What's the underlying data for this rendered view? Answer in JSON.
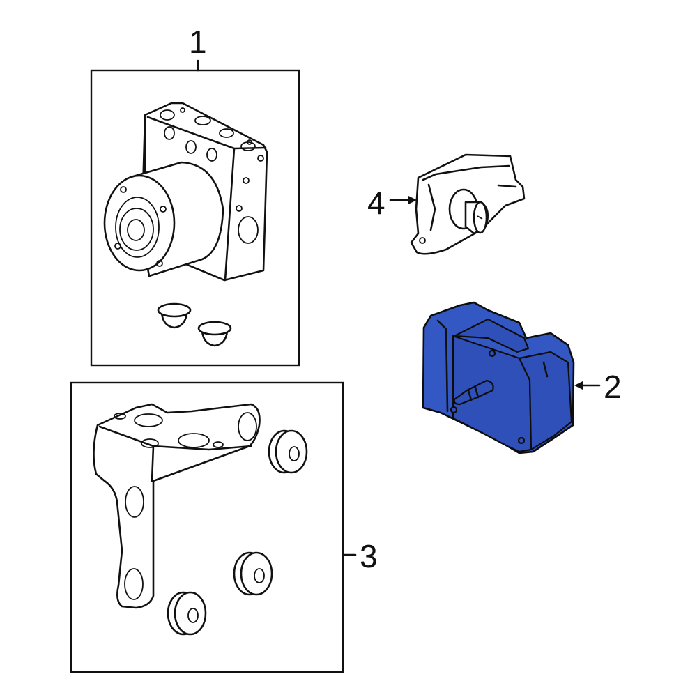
{
  "diagram": {
    "title": "ABS Components Parts Diagram",
    "highlight_color": "#3358c4",
    "line_color": "#111111",
    "background": "#ffffff"
  },
  "callouts": [
    {
      "number": "1",
      "part": "ABS hydraulic modulator assembly with plugs",
      "boxed": true
    },
    {
      "number": "2",
      "part": "ABS control module (highlighted)",
      "boxed": false
    },
    {
      "number": "3",
      "part": "Mounting bracket with insulators",
      "boxed": true
    },
    {
      "number": "4",
      "part": "Yaw rate / sensor",
      "boxed": false
    }
  ]
}
